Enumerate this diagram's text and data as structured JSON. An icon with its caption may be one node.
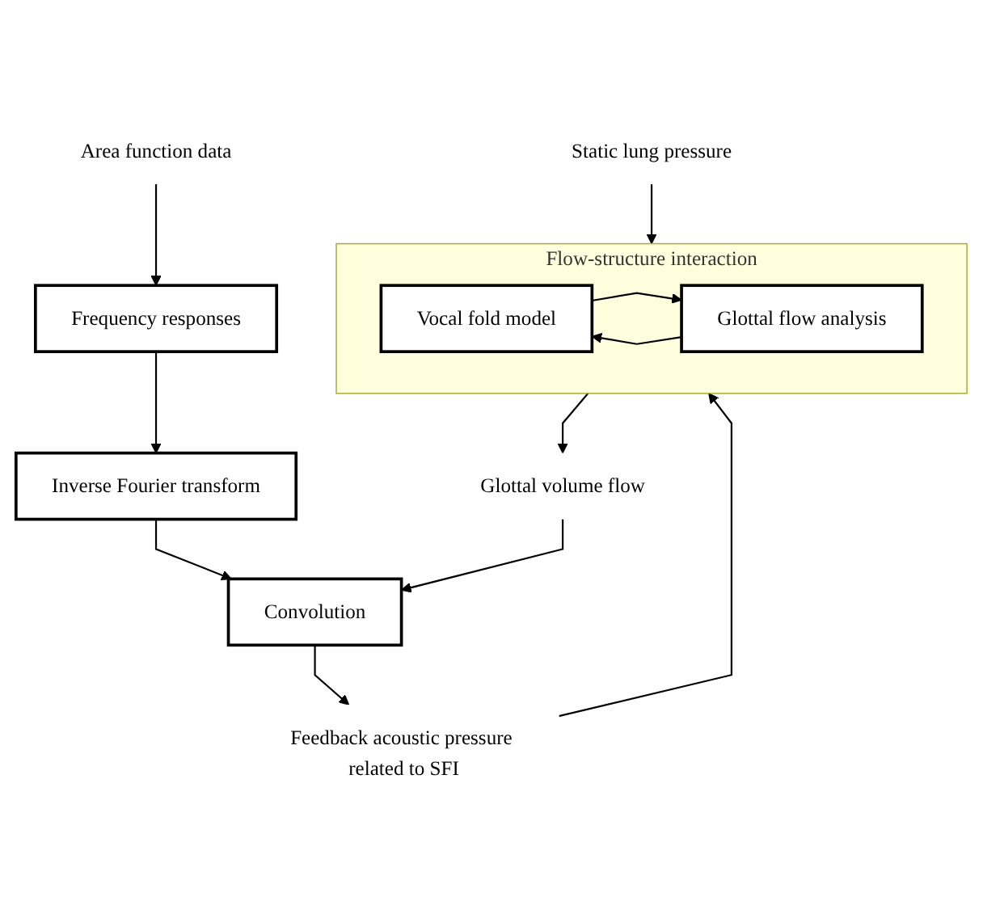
{
  "diagram": {
    "nodes": [
      {
        "text": [
          "Area function data"
        ]
      },
      {
        "text": [
          "Frequency responses"
        ]
      },
      {
        "text": [
          "Inverse Fourier transform"
        ]
      },
      {
        "text": [
          "Convolution"
        ]
      },
      {
        "text": [
          "Feedback acoustic pressure related to SFI"
        ]
      },
      {
        "text": [
          "Static lung pressure"
        ]
      },
      {
        "text": [
          "Flow-structure interaction"
        ]
      },
      {
        "text": [
          "Vocal fold model"
        ],
        "in": 6
      },
      {
        "text": [
          "Glottal flow analysis"
        ],
        "in": 6
      },
      {
        "text": [
          "Glottal volume flow"
        ]
      }
    ],
    "edges": [
      {
        "from": 0,
        "to": 1,
        "arrow": "to"
      },
      {
        "from": 1,
        "to": 2,
        "arrow": "to"
      },
      {
        "from": 2,
        "to": 3,
        "arrow": "to"
      },
      {
        "from": 3,
        "to": 4,
        "arrow": "to"
      },
      {
        "from": 4,
        "to": 6,
        "arrow": "to"
      },
      {
        "from": 5,
        "to": 6,
        "arrow": "to"
      },
      {
        "from": 7,
        "to": 8,
        "arrow": "to"
      },
      {
        "from": 8,
        "to": 7,
        "arrow": "to"
      },
      {
        "from": 6,
        "to": 9,
        "arrow": "to"
      },
      {
        "from": 9,
        "to": 3,
        "arrow": "to"
      }
    ]
  }
}
